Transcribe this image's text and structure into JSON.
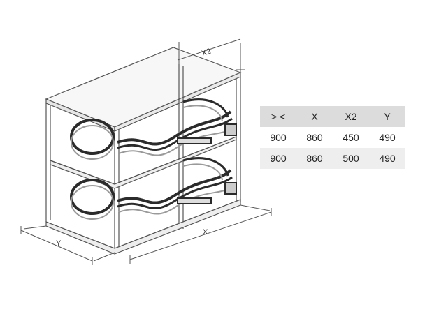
{
  "dimension_labels": {
    "x": "X",
    "y": "Y",
    "x2": "X2"
  },
  "table": {
    "headers": [
      "> <",
      "X",
      "X2",
      "Y"
    ],
    "rows": [
      [
        "900",
        "860",
        "450",
        "490"
      ],
      [
        "900",
        "860",
        "500",
        "490"
      ]
    ]
  },
  "colors": {
    "cabinet_line": "#555555",
    "basket_dark": "#2b2b2b",
    "basket_light": "#9a9a9a",
    "table_header_bg": "#dcdcdc",
    "table_alt_row_bg": "#eeeeee"
  }
}
